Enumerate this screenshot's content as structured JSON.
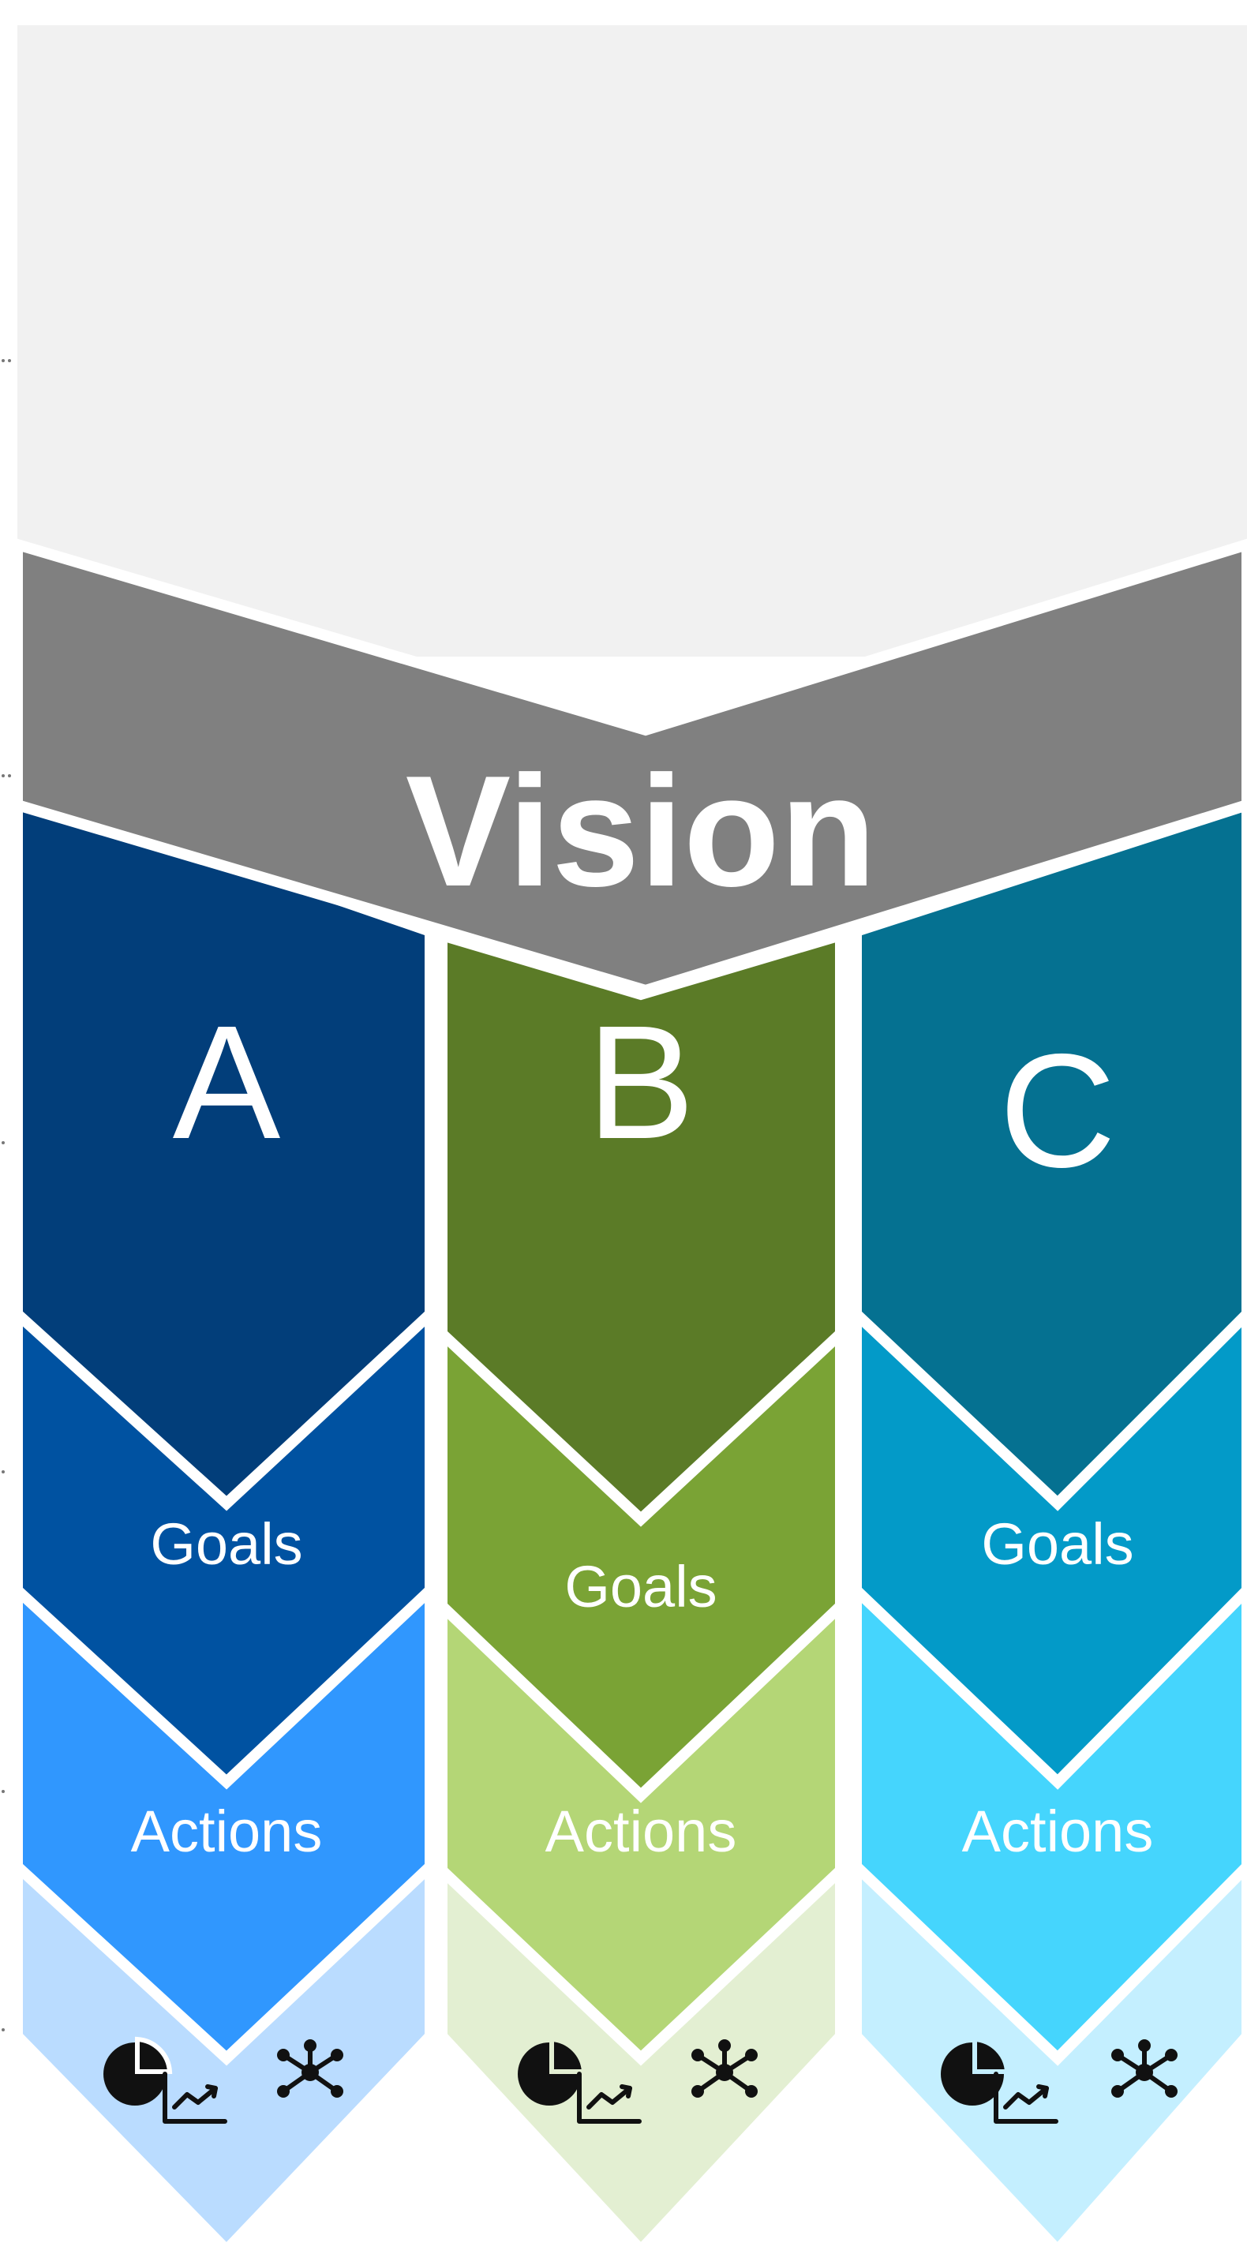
{
  "vision": {
    "label": "Vision"
  },
  "columns": [
    {
      "letter": "A",
      "goals_label": "Goals",
      "actions_label": "Actions",
      "colors": {
        "top": "#023e7a",
        "goals": "#0052a1",
        "actions": "#3097fe",
        "metrics": "#badcff"
      }
    },
    {
      "letter": "B",
      "goals_label": "Goals",
      "actions_label": "Actions",
      "colors": {
        "top": "#5b7b27",
        "goals": "#7aa335",
        "actions": "#b4d676",
        "metrics": "#e3efd2"
      }
    },
    {
      "letter": "C",
      "goals_label": "Goals",
      "actions_label": "Actions",
      "colors": {
        "top": "#057191",
        "goals": "#039ac8",
        "actions": "#45d5fd",
        "metrics": "#c4efff"
      }
    }
  ],
  "colors": {
    "background_panel": "#f1f1f1",
    "vision_band": "#808080",
    "separator": "#ffffff",
    "icon": "#111111"
  },
  "icons": [
    "pie-chart-icon",
    "line-chart-icon",
    "network-icon"
  ]
}
